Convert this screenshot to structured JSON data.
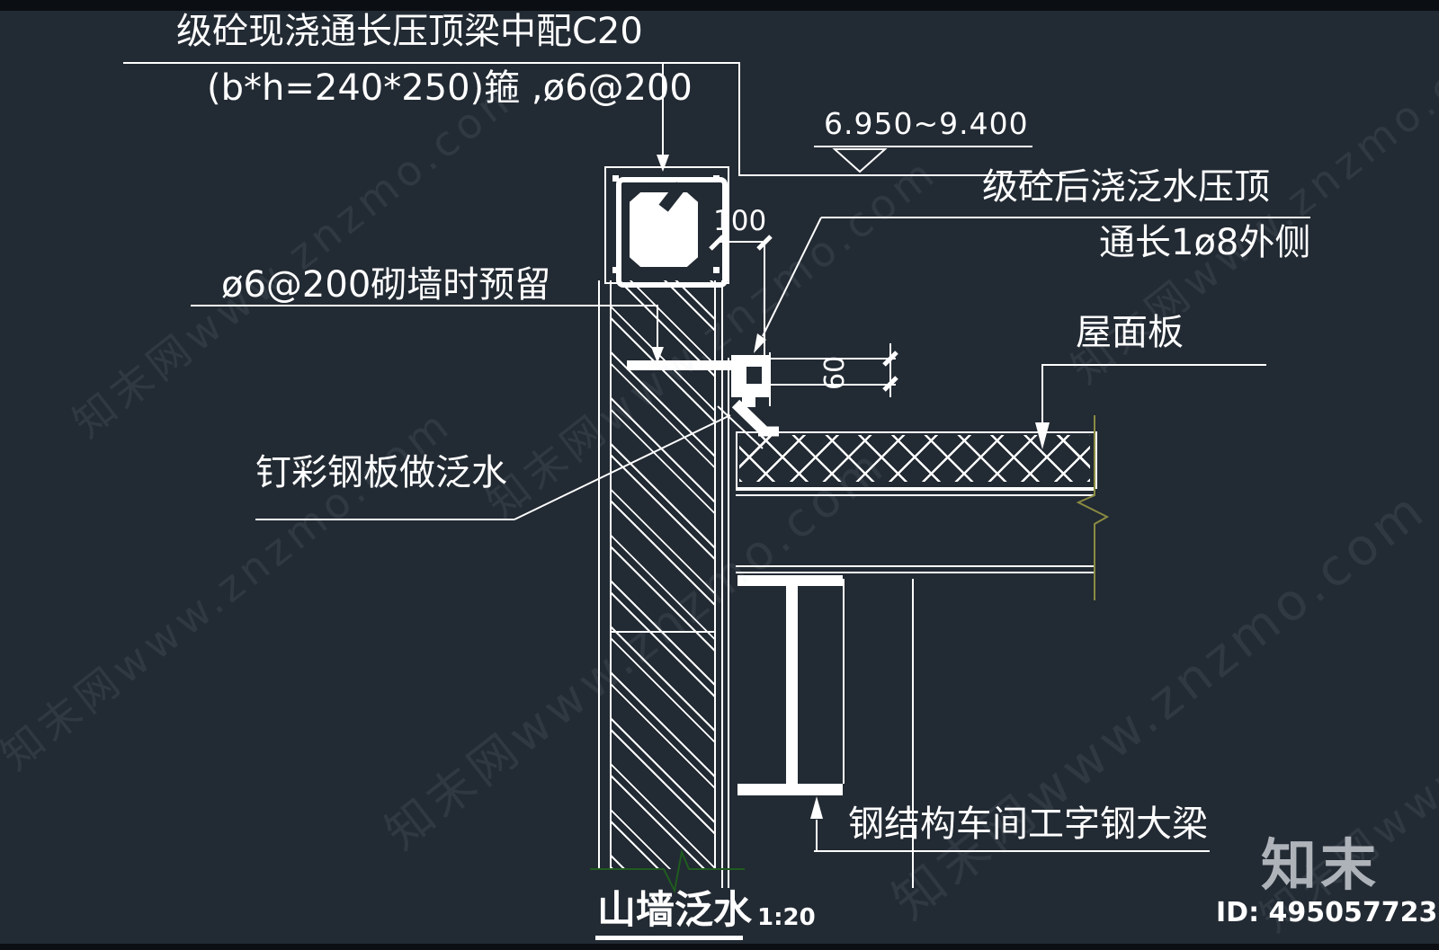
{
  "annotations": {
    "top1": "级砼现浇通长压顶梁中配C20",
    "top2": "(b*h=240*250)箍 ,ø6@200",
    "elevation": "6.950~9.400",
    "cap1": "级砼后浇泛水压顶",
    "cap2": "通长1ø8外侧",
    "wall_note": "ø6@200砌墙时预留",
    "roof_panel": "屋面板",
    "flashing_note": "钉彩钢板做泛水",
    "beam_note": "钢结构车间工字钢大梁",
    "dim_100": "100",
    "dim_60": "60"
  },
  "title": {
    "name": "山墙泛水",
    "scale": "1:20"
  },
  "branding": {
    "logo": "知末",
    "image_id": "ID: 495057723",
    "watermark": "知末网www.znzmo.com"
  },
  "colors": {
    "background": "#222a33",
    "line": "#ffffff",
    "break_line_olive": "#8a8a42",
    "break_line_green": "#1f5c1f",
    "logo_gray": "#aeb3b9"
  }
}
